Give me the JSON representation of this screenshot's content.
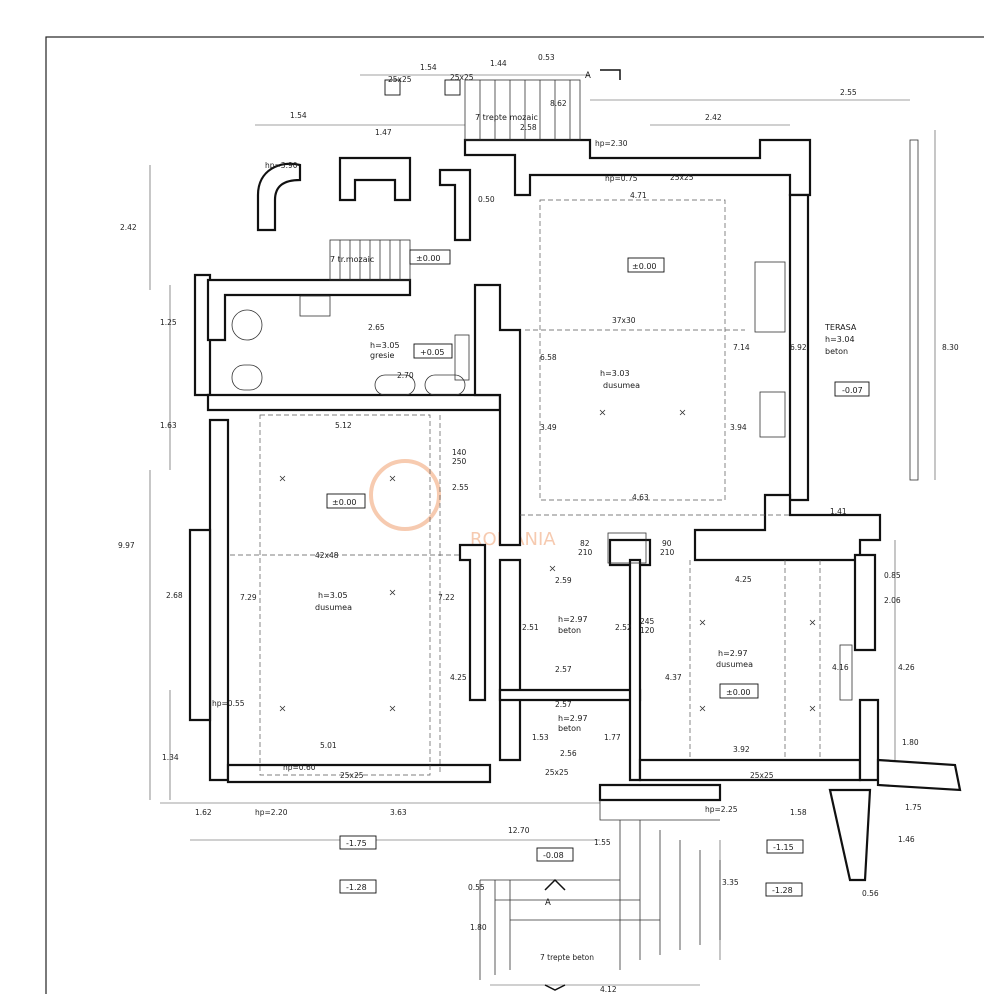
{
  "colors": {
    "ink": "#111111",
    "watermark": "#f0a070",
    "paper": "#ffffff"
  },
  "top_dims": {
    "d1": "1.54",
    "d2": "1.44",
    "d3": "0.53",
    "d4": "1.54",
    "d5": "1.47",
    "d6": "8.62",
    "d7": "2.58",
    "d8": "2.42",
    "d9": "2.55",
    "d10": "4.71",
    "d11": "25x25",
    "d12": "25x25",
    "d13": "0.50"
  },
  "section_mark": "A",
  "stair_top": "7 trepte mozaic",
  "stair_mid": "7 tr.mozaic",
  "hp_labels": {
    "hp1": "hp=3.90",
    "hp2": "hp=2.30",
    "hp3": "hp=0.75",
    "hp4": "hp=0.60",
    "hp5": "hp=2.20",
    "hp6": "hp=2.25",
    "hp7": "hp=0.55"
  },
  "rooms": {
    "terasa": {
      "name": "TERASA",
      "h": "h=3.04",
      "floor": "beton",
      "level": "-0.07"
    },
    "big_right": {
      "h": "h=3.03",
      "floor": "dusumea",
      "level": "±0.00",
      "d1": "37x30",
      "d2": "6.58",
      "d3": "3.49",
      "d4": "7.14",
      "d5": "3.94",
      "d6": "6.92"
    },
    "bath": {
      "h": "h=3.05",
      "floor": "gresie",
      "level": "+0.05",
      "d1": "2.65",
      "d2": "2.70"
    },
    "left_big": {
      "h": "h=3.05",
      "floor": "dusumea",
      "level": "±0.00",
      "d1": "5.12",
      "d2": "42x48",
      "d3": "7.29",
      "d4": "7.22",
      "d5": "5.01",
      "d6": "4.25"
    },
    "small_a": {
      "h": "h=2.97",
      "floor": "beton",
      "d1": "2.59",
      "d2": "2.57",
      "d3": "2.51",
      "d4": "2.52"
    },
    "small_b": {
      "h": "h=2.97",
      "floor": "beton",
      "d1": "2.57",
      "d2": "2.56",
      "d3": "1.53",
      "d4": "1.77"
    },
    "right_lower": {
      "h": "h=2.97",
      "floor": "dusumea",
      "level": "±0.00",
      "d1": "4.25",
      "d2": "3.92",
      "d3": "4.37",
      "d4": "4.16"
    },
    "hall": {
      "level": "±0.00"
    }
  },
  "side_dims": {
    "left": [
      "2.42",
      "1.25",
      "1.63",
      "9.97",
      "2.68",
      "1.34",
      "1.62"
    ],
    "right": [
      "8.30",
      "1.41",
      "0.85",
      "2.06",
      "4.26",
      "1.80",
      "1.75",
      "1.46",
      "0.56"
    ]
  },
  "bottom": {
    "d1": "12.70",
    "d2": "3.63",
    "d3": "1.58",
    "d4": "4.12",
    "d5": "3.35",
    "d6": "1.80",
    "stair": "7 trepte beton",
    "lv1": "-1.75",
    "lv2": "-0.08",
    "lv3": "-1.15",
    "lv4": "-1.28",
    "lv5": "-1.28",
    "d7": "0.55",
    "d8": "1.55"
  },
  "misc": {
    "bl1": "25x25",
    "bl2": "25x25",
    "bl3": "25x25",
    "bl4": "25x25",
    "d140": "140",
    "d250": "250",
    "d82": "82",
    "d210": "210",
    "d90": "90",
    "d245": "245",
    "d120": "120",
    "d463": "4.63",
    "d255": "2.55",
    "watermark": "ROMANIA"
  }
}
